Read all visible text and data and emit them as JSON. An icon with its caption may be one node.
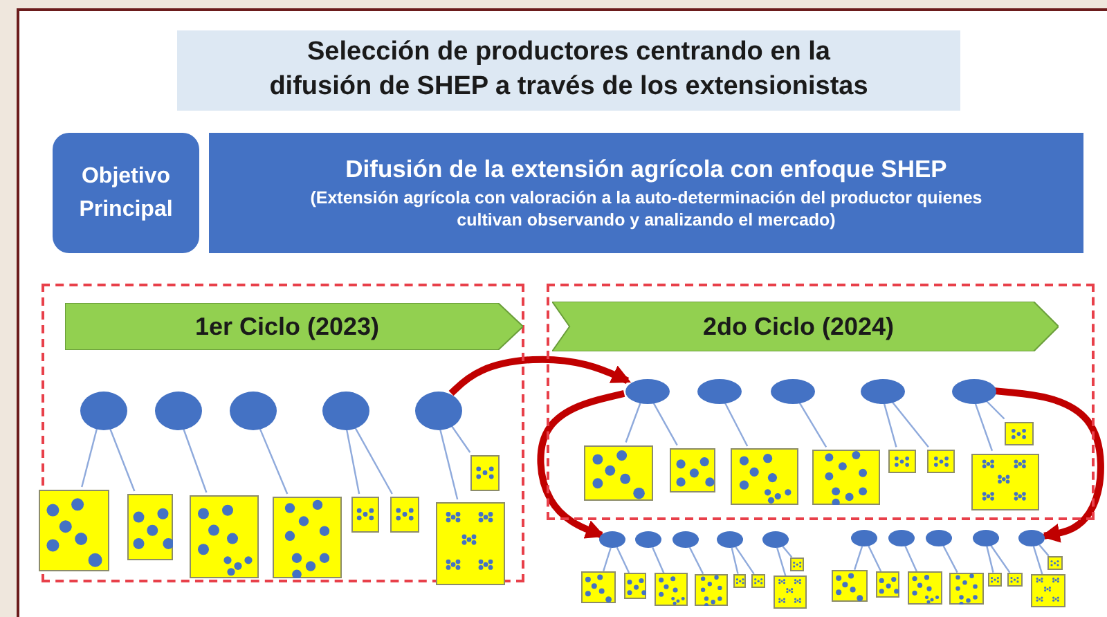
{
  "diagram": {
    "title": "Selección de productores centrando en la difusión de SHEP a través de los extensionistas",
    "nodes": [
      {
        "text": [
          "Objetivo Principal"
        ]
      },
      {
        "text": [
          "Difusión de la extensión agrícola con enfoque SHEP",
          "(Extensión agrícola con valoración a la auto-determinación del productor quienes cultivan observando y analizando el mercado)"
        ]
      },
      {
        "text": [],
        "shape": "box"
      },
      {
        "text": [
          "1er Ciclo (2023)"
        ],
        "in": 2
      },
      {
        "text": [],
        "shape": "oval",
        "in": 2
      },
      {
        "text": [],
        "shape": "oval",
        "in": 2
      },
      {
        "text": [],
        "shape": "oval",
        "in": 2
      },
      {
        "text": [],
        "shape": "oval",
        "in": 2
      },
      {
        "text": [],
        "shape": "oval",
        "in": 2
      },
      {
        "text": [],
        "shape": "box",
        "in": 2
      },
      {
        "text": [],
        "shape": "box",
        "in": 2
      },
      {
        "text": [],
        "shape": "box",
        "in": 2
      },
      {
        "text": [],
        "shape": "box",
        "in": 2
      },
      {
        "text": [],
        "shape": "box",
        "in": 2
      },
      {
        "text": [],
        "shape": "box",
        "in": 2
      },
      {
        "text": [],
        "shape": "box",
        "in": 2
      },
      {
        "text": [],
        "shape": "box",
        "in": 2
      },
      {
        "text": [],
        "shape": "box"
      },
      {
        "text": [
          "2do Ciclo (2024)"
        ],
        "in": 17
      },
      {
        "text": [],
        "shape": "oval",
        "in": 17
      },
      {
        "text": [],
        "shape": "oval",
        "in": 17
      },
      {
        "text": [],
        "shape": "oval",
        "in": 17
      },
      {
        "text": [],
        "shape": "oval",
        "in": 17
      },
      {
        "text": [],
        "shape": "oval",
        "in": 17
      },
      {
        "text": [],
        "shape": "box",
        "in": 17
      },
      {
        "text": [],
        "shape": "box",
        "in": 17
      },
      {
        "text": [],
        "shape": "box",
        "in": 17
      },
      {
        "text": [],
        "shape": "box",
        "in": 17
      },
      {
        "text": [],
        "shape": "box",
        "in": 17
      },
      {
        "text": [],
        "shape": "box",
        "in": 17
      },
      {
        "text": [],
        "shape": "box",
        "in": 17
      },
      {
        "text": [],
        "shape": "box",
        "in": 17
      },
      {
        "text": [],
        "shape": "oval"
      },
      {
        "text": [],
        "shape": "oval"
      },
      {
        "text": [],
        "shape": "oval"
      },
      {
        "text": [],
        "shape": "oval"
      },
      {
        "text": [],
        "shape": "oval"
      },
      {
        "text": [],
        "shape": "box"
      },
      {
        "text": [],
        "shape": "box"
      },
      {
        "text": [],
        "shape": "box"
      },
      {
        "text": [],
        "shape": "box"
      },
      {
        "text": [],
        "shape": "box"
      },
      {
        "text": [],
        "shape": "box"
      },
      {
        "text": [],
        "shape": "box"
      },
      {
        "text": [],
        "shape": "box"
      },
      {
        "text": [],
        "shape": "oval"
      },
      {
        "text": [],
        "shape": "oval"
      },
      {
        "text": [],
        "shape": "oval"
      },
      {
        "text": [],
        "shape": "oval"
      },
      {
        "text": [],
        "shape": "oval"
      },
      {
        "text": [],
        "shape": "box"
      },
      {
        "text": [],
        "shape": "box"
      },
      {
        "text": [],
        "shape": "box"
      },
      {
        "text": [],
        "shape": "box"
      },
      {
        "text": [],
        "shape": "box"
      },
      {
        "text": [],
        "shape": "box"
      },
      {
        "text": [],
        "shape": "box"
      },
      {
        "text": [],
        "shape": "box"
      }
    ],
    "edges": [
      {
        "from": 4,
        "to": 9,
        "arrow": "none"
      },
      {
        "from": 4,
        "to": 10,
        "arrow": "none"
      },
      {
        "from": 5,
        "to": 11,
        "arrow": "none"
      },
      {
        "from": 6,
        "to": 12,
        "arrow": "none"
      },
      {
        "from": 7,
        "to": 13,
        "arrow": "none"
      },
      {
        "from": 7,
        "to": 14,
        "arrow": "none"
      },
      {
        "from": 8,
        "to": 15,
        "arrow": "none"
      },
      {
        "from": 8,
        "to": 16,
        "arrow": "none"
      },
      {
        "from": 19,
        "to": 24,
        "arrow": "none"
      },
      {
        "from": 19,
        "to": 25,
        "arrow": "none"
      },
      {
        "from": 20,
        "to": 26,
        "arrow": "none"
      },
      {
        "from": 21,
        "to": 27,
        "arrow": "none"
      },
      {
        "from": 22,
        "to": 28,
        "arrow": "none"
      },
      {
        "from": 22,
        "to": 29,
        "arrow": "none"
      },
      {
        "from": 23,
        "to": 30,
        "arrow": "none"
      },
      {
        "from": 23,
        "to": 31,
        "arrow": "none"
      },
      {
        "from": 32,
        "to": 37,
        "arrow": "none"
      },
      {
        "from": 32,
        "to": 38,
        "arrow": "none"
      },
      {
        "from": 33,
        "to": 39,
        "arrow": "none"
      },
      {
        "from": 34,
        "to": 40,
        "arrow": "none"
      },
      {
        "from": 35,
        "to": 41,
        "arrow": "none"
      },
      {
        "from": 35,
        "to": 42,
        "arrow": "none"
      },
      {
        "from": 36,
        "to": 43,
        "arrow": "none"
      },
      {
        "from": 36,
        "to": 44,
        "arrow": "none"
      },
      {
        "from": 45,
        "to": 50,
        "arrow": "none"
      },
      {
        "from": 45,
        "to": 51,
        "arrow": "none"
      },
      {
        "from": 46,
        "to": 52,
        "arrow": "none"
      },
      {
        "from": 47,
        "to": 53,
        "arrow": "none"
      },
      {
        "from": 48,
        "to": 54,
        "arrow": "none"
      },
      {
        "from": 48,
        "to": 55,
        "arrow": "none"
      },
      {
        "from": 49,
        "to": 56,
        "arrow": "none"
      },
      {
        "from": 49,
        "to": 57,
        "arrow": "none"
      },
      {
        "from": 8,
        "to": 19,
        "arrow": "to",
        "style": "thick",
        "color": "#c00000"
      },
      {
        "from": 19,
        "to": 32,
        "arrow": "to",
        "style": "thick",
        "color": "#c00000"
      },
      {
        "from": 23,
        "to": 49,
        "arrow": "to",
        "style": "thick",
        "color": "#c00000"
      }
    ]
  }
}
